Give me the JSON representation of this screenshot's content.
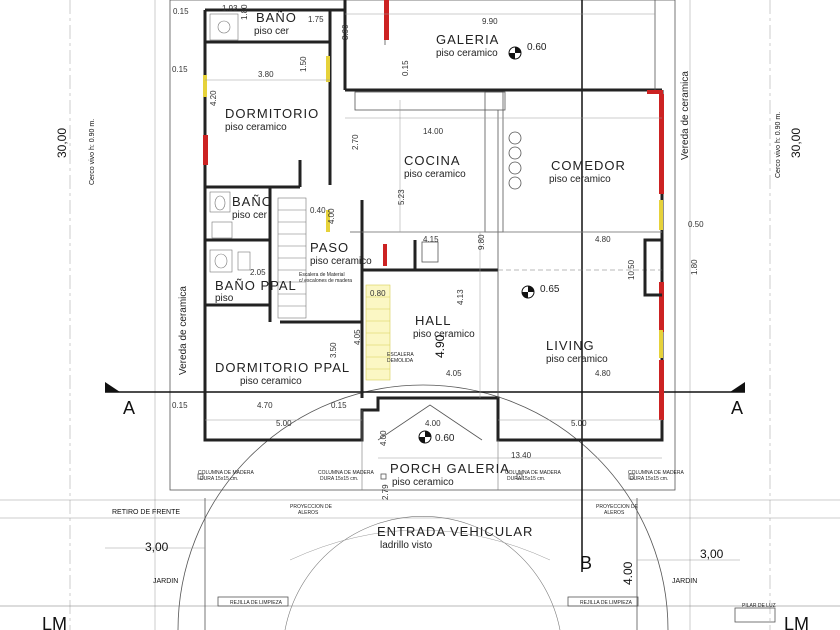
{
  "rooms": {
    "bano_top": {
      "name": "BAÑO",
      "floor": "piso cer"
    },
    "galeria": {
      "name": "GALERIA",
      "floor": "piso ceramico"
    },
    "dormitorio": {
      "name": "DORMITORIO",
      "floor": "piso ceramico"
    },
    "cocina": {
      "name": "COCINA",
      "floor": "piso ceramico"
    },
    "comedor": {
      "name": "COMEDOR",
      "floor": "piso ceramico"
    },
    "bano_mid": {
      "name": "BAÑO",
      "floor": "piso cer"
    },
    "paso": {
      "name": "PASO",
      "floor": "piso ceramico"
    },
    "bano_ppal": {
      "name": "BAÑO PPAL",
      "floor": "piso"
    },
    "hall": {
      "name": "HALL",
      "floor": "piso ceramico"
    },
    "living": {
      "name": "LIVING",
      "floor": "piso ceramico"
    },
    "dormitorio_ppal": {
      "name": "DORMITORIO PPAL",
      "floor": "piso ceramico"
    },
    "porch": {
      "name": "PORCH GALERIA",
      "floor": "piso ceramico"
    },
    "entrada": {
      "name": "ENTRADA VEHICULAR",
      "floor": "ladrillo visto"
    }
  },
  "levels": {
    "galeria": "0.60",
    "living": "0.65",
    "porch": "0.60"
  },
  "sections": {
    "a_left": "A",
    "a_right": "A",
    "b": "B"
  },
  "labels": {
    "vereda_left": "Vereda de ceramica",
    "vereda_right": "Vereda de ceramica",
    "cerco_left": "Cerco vivo h: 0.90 m.",
    "cerco_right": "Cerco vivo h: 0.90 m.",
    "lot_depth_left": "30,00",
    "lot_depth_right": "30,00",
    "retiro": "RETIRO DE FRENTE",
    "jardin_left": "JARDIN",
    "jardin_right": "JARDIN",
    "retiro_left_dim": "3,00",
    "retiro_right_dim": "3,00",
    "lm_left": "LM",
    "lm_right": "LM",
    "rejilla_left": "REJILLA DE LIMPIEZA",
    "rejilla_right": "REJILLA DE LIMPIEZA",
    "pilar": "PILAR DE LUZ",
    "escalera_material": "Escalera de Material",
    "escalones_madera": "c/ escalones de madera",
    "escalera_demolida_1": "ESCALERA",
    "escalera_demolida_2": "DEMOLIDA",
    "columna_1": "COLUMNA DE MADERA",
    "columna_2": "DURA 15x15 cm.",
    "proyeccion_1": "PROYECCION DE",
    "proyeccion_2": "ALEROS"
  },
  "dims": {
    "d0_15a": "0.15",
    "d1_93": "1.93",
    "d1_80": "1.80",
    "d1_75": "1.75",
    "d9_90": "9.90",
    "d3_90": "3.90",
    "d3_80": "3.80",
    "d1_50": "1.50",
    "d0_15b": "0.15",
    "d0_15c": "0.15",
    "d4_20": "4.20",
    "d14_00": "14.00",
    "d2_70": "2.70",
    "d5_23": "5.23",
    "d4_00a": "4.00",
    "d0_40": "0.40",
    "d4_15": "4.15",
    "d9_80": "9.80",
    "d4_80a": "4.80",
    "d0_50": "0.50",
    "d1_80b": "1.80",
    "d10_50": "10.50",
    "d2_05": "2.05",
    "d0_80": "0.80",
    "d4_13": "4.13",
    "d4_90": "4.90",
    "d4_05a": "4.05",
    "d4_05b": "4.05",
    "d4_80b": "4.80",
    "d3_50": "3.50",
    "d0_15d": "0.15",
    "d4_70": "4.70",
    "d0_15e": "0.15",
    "d5_00a": "5.00",
    "d4_00b": "4.00",
    "d4_00c": "4.00",
    "d5_00b": "5.00",
    "d13_40": "13.40",
    "d2_79": "2.79",
    "d4_00d": "4.00"
  }
}
